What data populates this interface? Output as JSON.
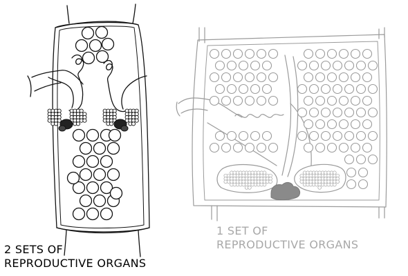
{
  "left_diagram": {
    "caption_line1": "2 SETS OF",
    "caption_line2": "REPRODUCTIVE ORGANS",
    "stroke_color": "#111111",
    "gland_color": "#333333"
  },
  "right_diagram": {
    "caption_line1": "1 SET OF",
    "caption_line2": "REPRODUCTIVE ORGANS",
    "stroke_color": "#9a9a9a",
    "caption_color": "#a8a8a8",
    "gland_color": "#8a8a8a"
  }
}
